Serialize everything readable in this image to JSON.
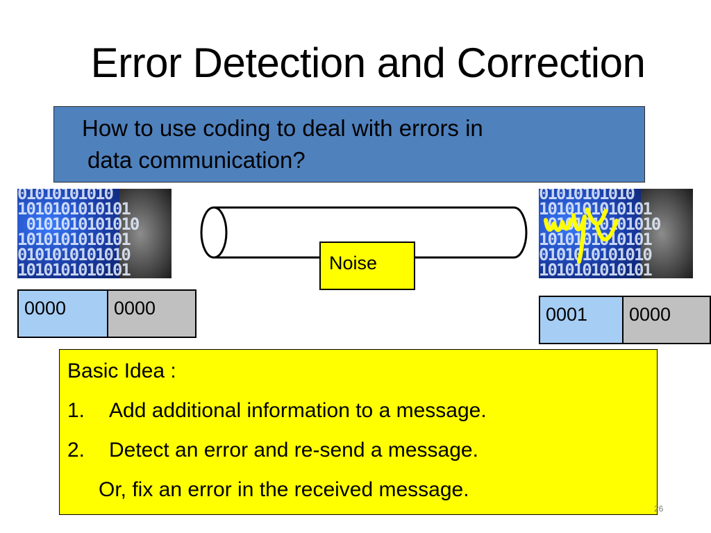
{
  "slide": {
    "title": "Error Detection and Correction",
    "question_line1": "How to use coding to deal with errors in",
    "question_line2": "data communication?",
    "noise_label": "Noise",
    "sender_bits": [
      "0000",
      "0000"
    ],
    "receiver_bits": [
      "0001",
      "0000"
    ],
    "basic_idea": {
      "heading": "Basic Idea :",
      "items": [
        {
          "number": "1.",
          "text": "Add additional information to a message."
        },
        {
          "number": "2.",
          "text": "Detect an error and re-send a message."
        }
      ],
      "continuation": "Or, fix an error in the received message."
    },
    "page_number": "26"
  },
  "colors": {
    "question_bg": "#4f81bd",
    "highlight_yellow": "#ffff00",
    "bit_cell_blue": "#a6cdf4",
    "bit_cell_gray": "#c0c0c0"
  },
  "icons": [
    "binary-data-image",
    "binary-data-corrupted-image",
    "communication-channel-cylinder"
  ]
}
